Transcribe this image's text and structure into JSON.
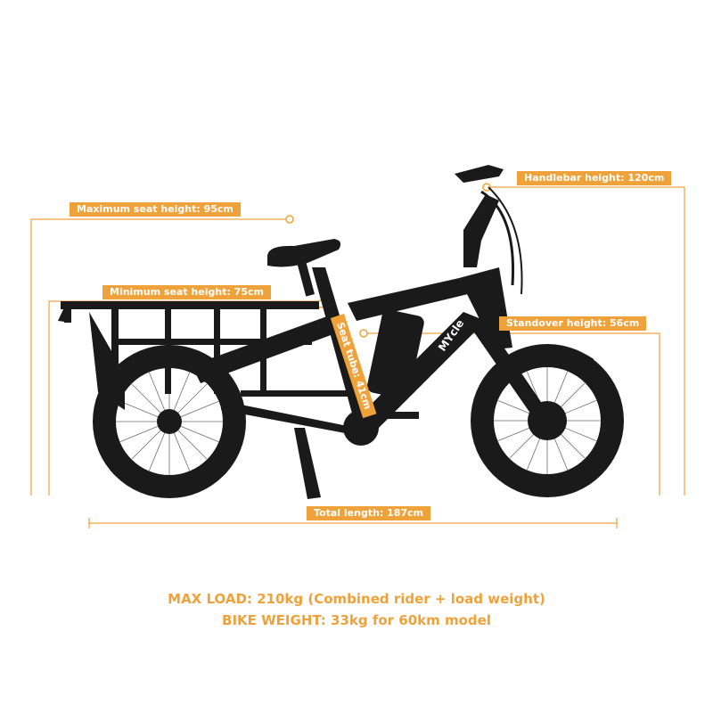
{
  "labels": {
    "handlebar_height": "Handlebar height: 120cm",
    "max_seat_height": "Maximum seat height: 95cm",
    "min_seat_height": "Minimum seat height: 75cm",
    "standover_height": "Standover height: 56cm",
    "seat_tube": "Seat tube: 41cm",
    "total_length": "Total length: 187cm"
  },
  "brand_logo": "MYcle",
  "specs": {
    "max_load": "MAX LOAD: 210kg (Combined rider + load weight)",
    "bike_weight": "BIKE WEIGHT: 33kg for 60km model"
  },
  "colors": {
    "accent": "#f0a23a",
    "bike": "#1a1a1a",
    "background": "#ffffff"
  }
}
